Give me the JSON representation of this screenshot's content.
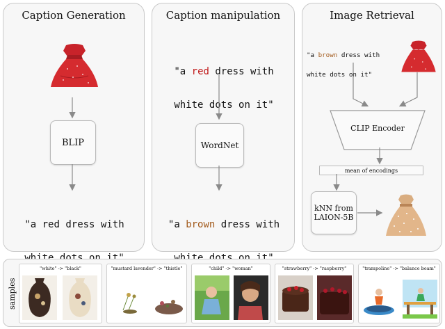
{
  "panels": {
    "caption_generation": {
      "title": "Caption Generation",
      "model": "BLIP",
      "caption_line1": "\"a red dress with",
      "caption_line2": "white dots on it\""
    },
    "caption_manipulation": {
      "title": "Caption manipulation",
      "input_pre": "\"a ",
      "input_word": "red",
      "input_post": " dress with",
      "input_line2": "white dots on it\"",
      "model": "WordNet",
      "output_pre": "\"a ",
      "output_word": "brown",
      "output_post": " dress with",
      "output_line2": "white dots on it\""
    },
    "image_retrieval": {
      "title": "Image Retrieval",
      "caption_pre": "\"a ",
      "caption_word": "brown",
      "caption_post": " dress with",
      "caption_line2": "white dots on it\"",
      "encoder": "CLIP Encoder",
      "mean_label": "mean of encodings",
      "knn_line1": "kNN from",
      "knn_line2": "LAION-5B"
    }
  },
  "samples": {
    "label": "samples",
    "items": [
      {
        "title": "\"white\" -> \"black\""
      },
      {
        "title": "\"mustard lavender\" -> \"thistle\""
      },
      {
        "title": "\"child\" -> \"woman\""
      },
      {
        "title": "\"strawberry\" -> \"raspberry\""
      },
      {
        "title": "\"trampoline\" -> \"balance beam\""
      }
    ]
  },
  "colors": {
    "red_word": "#c01818",
    "brown_word": "#a25a1c",
    "panel_bg": "#f7f7f7",
    "arrow": "#8a8a8a"
  },
  "icons": [
    "red-dress-image",
    "brown-dotted-dress-image",
    "vase-image",
    "flower-image",
    "child-image",
    "cake-image",
    "trampoline-image"
  ]
}
